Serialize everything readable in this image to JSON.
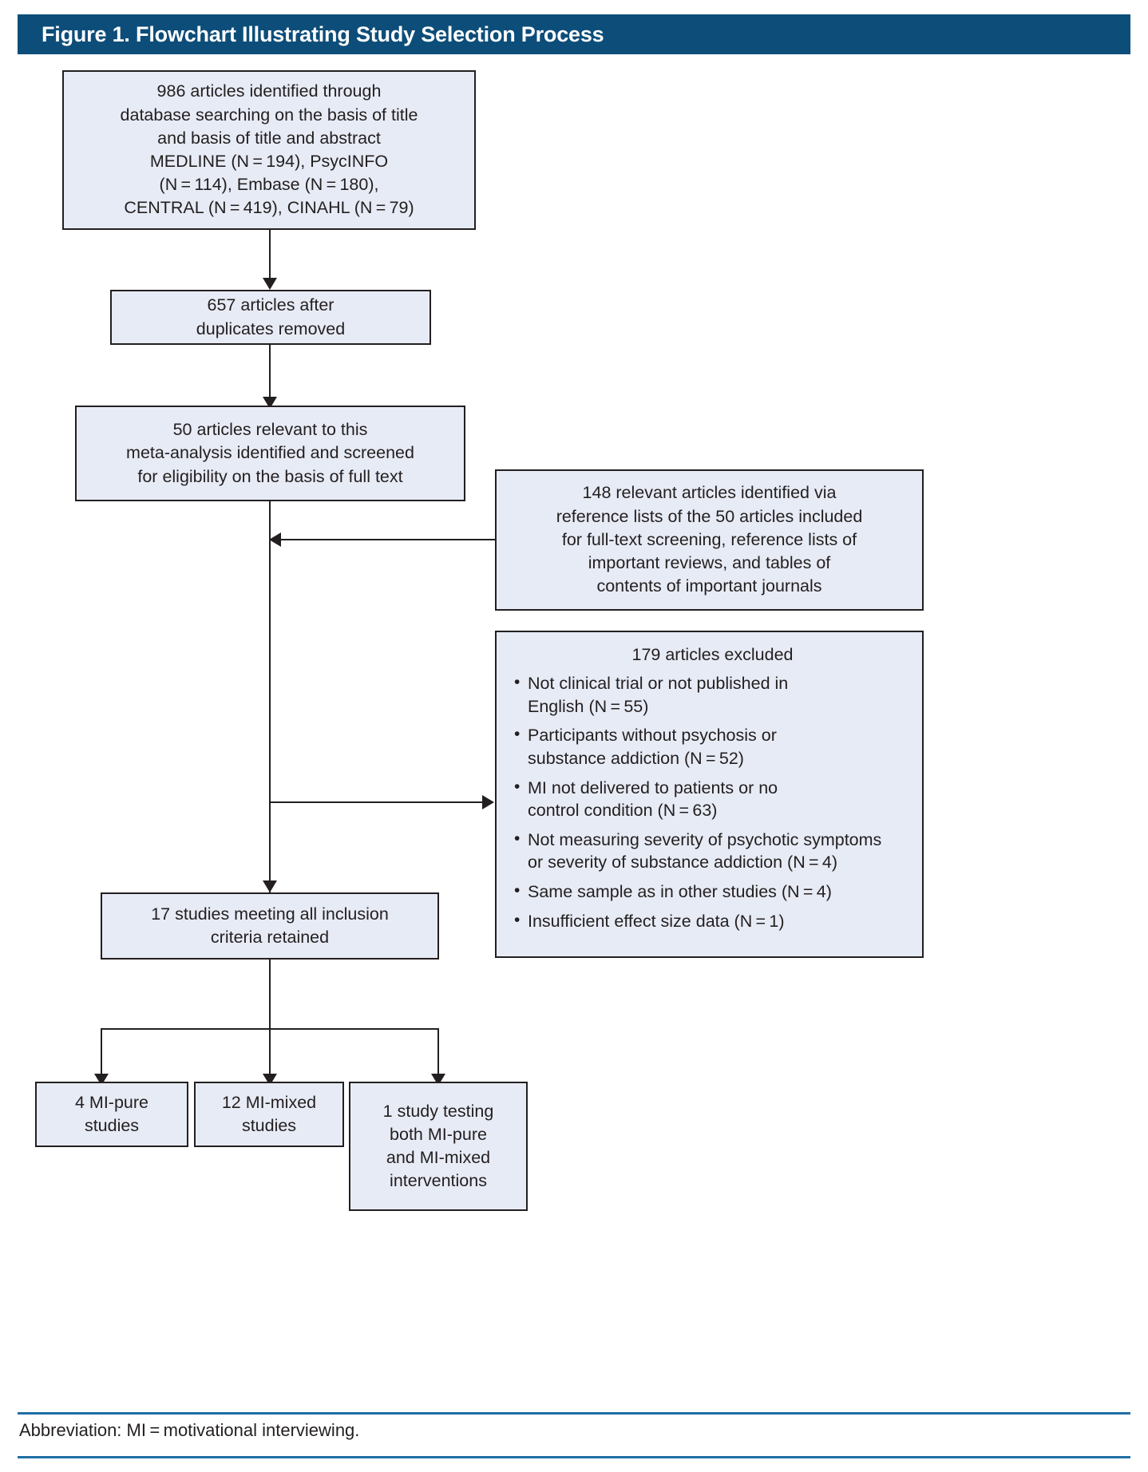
{
  "figure": {
    "title": "Figure 1. Flowchart Illustrating Study Selection Process",
    "abbreviation_note": "Abbreviation: MI = motivational interviewing.",
    "accent_color": "#0d4d79",
    "rule_color": "#1f6fa5",
    "box_fill": "#e7ebf5",
    "box_border": "#231f20"
  },
  "chart_data": {
    "type": "diagram",
    "title": "Figure 1. Flowchart Illustrating Study Selection Process",
    "nodes": [
      {
        "id": "identified",
        "count": 986,
        "lines": [
          "986 articles identified through",
          "database searching on the basis of title",
          "and basis of title and abstract",
          "MEDLINE (N = 194), PsycINFO",
          "(N = 114), Embase (N = 180),",
          "CENTRAL (N = 419), CINAHL (N = 79)"
        ],
        "sources": [
          {
            "name": "MEDLINE",
            "n": 194
          },
          {
            "name": "PsycINFO",
            "n": 114
          },
          {
            "name": "Embase",
            "n": 180
          },
          {
            "name": "CENTRAL",
            "n": 419
          },
          {
            "name": "CINAHL",
            "n": 79
          }
        ]
      },
      {
        "id": "deduplicated",
        "count": 657,
        "lines": [
          "657 articles after",
          "duplicates removed"
        ]
      },
      {
        "id": "fulltext-screened",
        "count": 50,
        "lines": [
          "50 articles relevant to this",
          "meta-analysis identified and screened",
          "for eligibility on the basis of full text"
        ]
      },
      {
        "id": "from-references",
        "count": 148,
        "lines": [
          "148 relevant articles identified via",
          "reference lists of the 50 articles included",
          "for full-text screening, reference lists of",
          "important reviews, and tables of",
          "contents of important journals"
        ]
      },
      {
        "id": "excluded",
        "count": 179,
        "header": "179 articles excluded",
        "bullets": [
          {
            "text": "Not clinical trial or not published in English (N = 55)",
            "n": 55
          },
          {
            "text": "Participants without psychosis or substance addiction (N = 52)",
            "n": 52
          },
          {
            "text": "MI not delivered to patients or no control condition (N = 63)",
            "n": 63
          },
          {
            "text": "Not measuring severity of psychotic symptoms or severity of substance addiction (N = 4)",
            "n": 4
          },
          {
            "text": "Same sample as in other studies (N = 4)",
            "n": 4
          },
          {
            "text": "Insufficient effect size data (N = 1)",
            "n": 1
          }
        ],
        "bullet_lines": [
          [
            "Not clinical trial or not published in",
            "English (N = 55)"
          ],
          [
            "Participants without psychosis or",
            "substance addiction (N = 52)"
          ],
          [
            "MI not delivered to patients or no",
            "control condition (N = 63)"
          ],
          [
            "Not measuring severity of psychotic symptoms",
            "or severity of substance addiction (N = 4)"
          ],
          [
            "Same sample as in other studies (N = 4)"
          ],
          [
            "Insufficient effect size data (N = 1)"
          ]
        ]
      },
      {
        "id": "retained",
        "count": 17,
        "lines": [
          "17 studies meeting all inclusion",
          "criteria retained"
        ]
      },
      {
        "id": "mi-pure",
        "count": 4,
        "lines": [
          "4 MI-pure",
          "studies"
        ]
      },
      {
        "id": "mi-mixed",
        "count": 12,
        "lines": [
          "12 MI-mixed",
          "studies"
        ]
      },
      {
        "id": "mi-both",
        "count": 1,
        "lines": [
          "1 study testing",
          "both MI-pure",
          "and MI-mixed",
          "interventions"
        ]
      }
    ],
    "edges": [
      {
        "from": "identified",
        "to": "deduplicated"
      },
      {
        "from": "deduplicated",
        "to": "fulltext-screened"
      },
      {
        "from": "from-references",
        "to": "fulltext-screened"
      },
      {
        "from": "fulltext-screened",
        "to": "excluded"
      },
      {
        "from": "fulltext-screened",
        "to": "retained"
      },
      {
        "from": "retained",
        "to": "mi-pure"
      },
      {
        "from": "retained",
        "to": "mi-mixed"
      },
      {
        "from": "retained",
        "to": "mi-both"
      }
    ]
  },
  "boxes": {
    "identified": {
      "l1": "986 articles identified through",
      "l2": "database searching on the basis of title",
      "l3": "and basis of title and abstract",
      "l4": "MEDLINE (N = 194), PsycINFO",
      "l5": "(N = 114), Embase (N = 180),",
      "l6": "CENTRAL (N = 419), CINAHL (N = 79)"
    },
    "deduplicated": {
      "l1": "657 articles after",
      "l2": "duplicates removed"
    },
    "screened": {
      "l1": "50 articles relevant to this",
      "l2": "meta-analysis identified and screened",
      "l3": "for eligibility on the basis of full text"
    },
    "references": {
      "l1": "148 relevant articles identified via",
      "l2": "reference lists of the 50 articles included",
      "l3": "for full-text screening, reference lists of",
      "l4": "important reviews, and tables of",
      "l5": "contents of important journals"
    },
    "excluded": {
      "header": "179 articles excluded",
      "b1a": "Not clinical trial or not published in",
      "b1b": "English (N = 55)",
      "b2a": "Participants without psychosis or",
      "b2b": "substance addiction (N = 52)",
      "b3a": "MI not delivered to patients or no",
      "b3b": "control condition (N = 63)",
      "b4a": "Not measuring severity of psychotic symptoms",
      "b4b": "or severity of substance addiction (N = 4)",
      "b5a": "Same sample as in other studies (N = 4)",
      "b6a": "Insufficient effect size data (N = 1)"
    },
    "retained": {
      "l1": "17 studies meeting all inclusion",
      "l2": "criteria retained"
    },
    "mipure": {
      "l1": "4 MI-pure",
      "l2": "studies"
    },
    "mimixed": {
      "l1": "12 MI-mixed",
      "l2": "studies"
    },
    "miboth": {
      "l1": "1 study testing",
      "l2": "both MI-pure",
      "l3": "and MI-mixed",
      "l4": "interventions"
    }
  }
}
